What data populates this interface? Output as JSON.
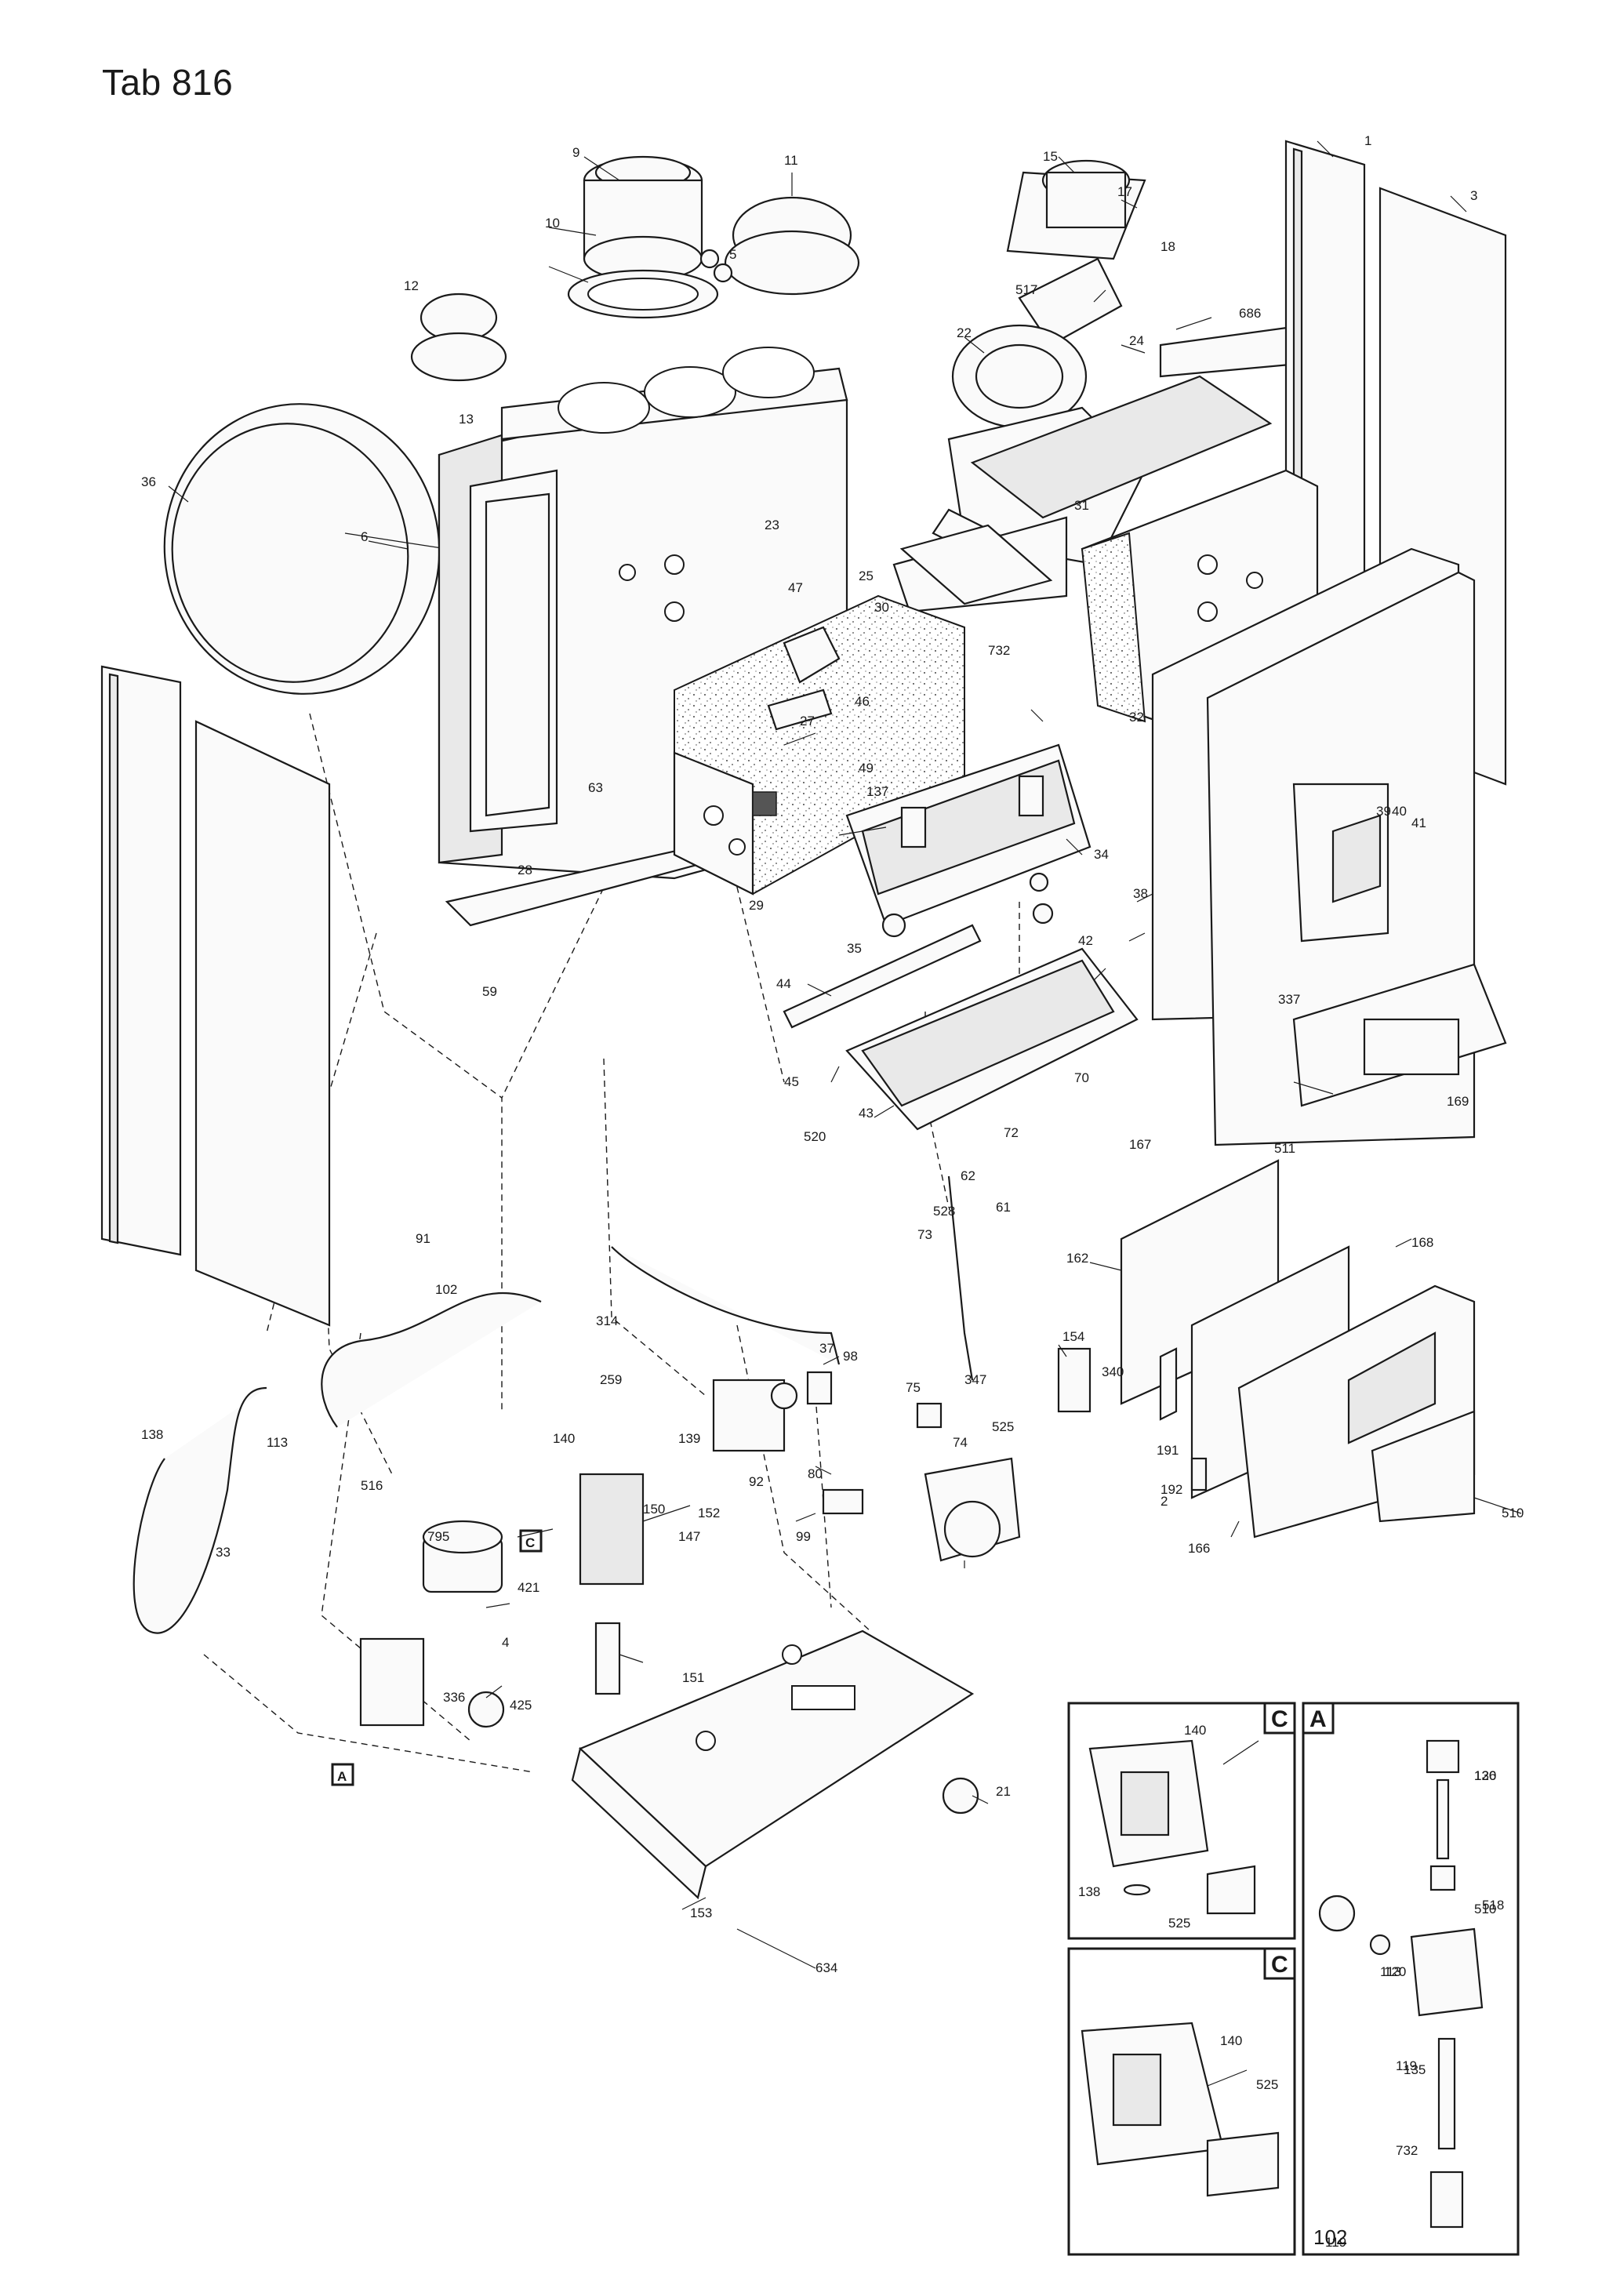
{
  "title": "Tab 816",
  "part_numbers": [
    "1",
    "3",
    "9",
    "10",
    "11",
    "12",
    "13",
    "15",
    "17",
    "18",
    "22",
    "23",
    "24",
    "25",
    "27",
    "28",
    "29",
    "30",
    "31",
    "32",
    "34",
    "35",
    "36",
    "37",
    "38",
    "39",
    "40",
    "41",
    "42",
    "43",
    "44",
    "45",
    "46",
    "47",
    "49",
    "5",
    "6",
    "59",
    "61",
    "62",
    "63",
    "70",
    "72",
    "73",
    "74",
    "75",
    "80",
    "91",
    "92",
    "98",
    "99",
    "102",
    "113",
    "119",
    "120",
    "135",
    "136",
    "137",
    "138",
    "139",
    "140",
    "147",
    "150",
    "151",
    "152",
    "153",
    "154",
    "162",
    "166",
    "167",
    "168",
    "169",
    "191",
    "192",
    "2",
    "21",
    "259",
    "314",
    "33",
    "336",
    "337",
    "340",
    "347",
    "4",
    "421",
    "425",
    "510",
    "511",
    "516",
    "517",
    "518",
    "520",
    "525",
    "528",
    "634",
    "686",
    "732",
    "795"
  ],
  "section_markers": {
    "A": "A",
    "C": "C"
  },
  "inset_c1": {
    "marker": "C",
    "labels": [
      "140",
      "138",
      "525"
    ]
  },
  "inset_c2": {
    "marker": "C",
    "labels": [
      "140",
      "525"
    ]
  },
  "inset_a": {
    "marker": "A",
    "labels": [
      "120",
      "510",
      "113",
      "119",
      "732"
    ],
    "code": "102"
  },
  "colors": {
    "line": "#1a1a1a",
    "paper": "#ffffff",
    "shade": "#e9e9e9"
  }
}
